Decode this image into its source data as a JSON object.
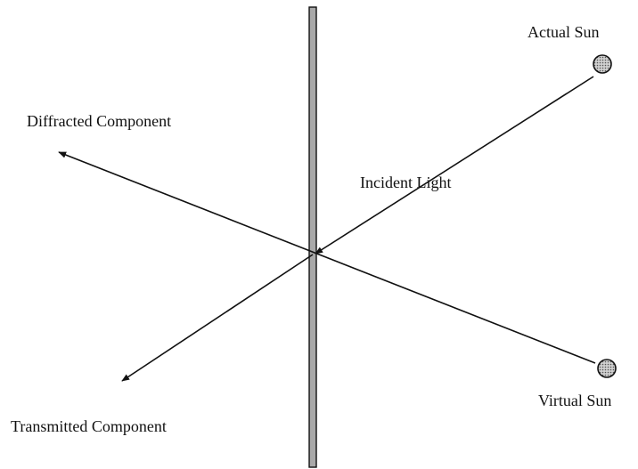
{
  "labels": {
    "actual_sun": "Actual Sun",
    "virtual_sun": "Virtual Sun",
    "incident_light": "Incident Light",
    "diffracted_component": "Diffracted Component",
    "transmitted_component": "Transmitted Component"
  },
  "colors": {
    "ink": "#111111",
    "grating_fill": "#a9a9a9",
    "sun_fill": "#b8b8b8"
  }
}
